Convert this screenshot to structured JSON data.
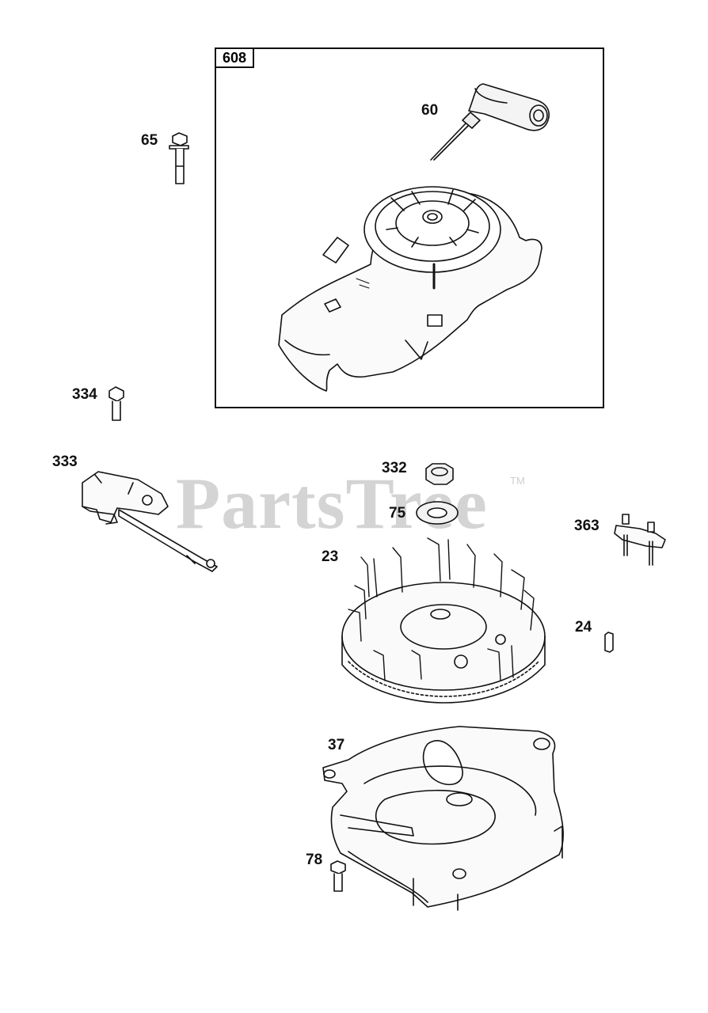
{
  "assembly": {
    "label": "608"
  },
  "watermark": {
    "text": "PartsTree",
    "trademark": "TM"
  },
  "callouts": {
    "p60": "60",
    "p65": "65",
    "p334": "334",
    "p333": "333",
    "p332": "332",
    "p75": "75",
    "p23": "23",
    "p363": "363",
    "p24": "24",
    "p37": "37",
    "p78": "78"
  },
  "parts": [
    {
      "id": "60",
      "name": "starter-handle"
    },
    {
      "id": "65",
      "name": "screw"
    },
    {
      "id": "334",
      "name": "screw"
    },
    {
      "id": "333",
      "name": "ignition-armature"
    },
    {
      "id": "332",
      "name": "nut"
    },
    {
      "id": "75",
      "name": "washer"
    },
    {
      "id": "23",
      "name": "flywheel"
    },
    {
      "id": "363",
      "name": "brake-assembly"
    },
    {
      "id": "24",
      "name": "key"
    },
    {
      "id": "37",
      "name": "blower-housing"
    },
    {
      "id": "78",
      "name": "screw"
    }
  ],
  "colors": {
    "line": "#111111",
    "watermark": "#d4d4d4"
  }
}
